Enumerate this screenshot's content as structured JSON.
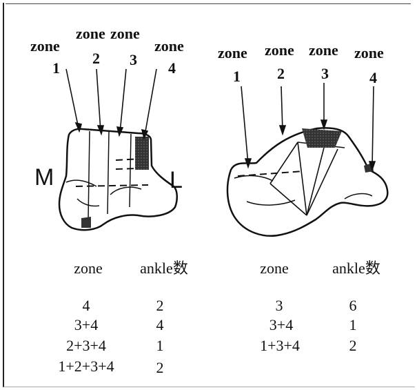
{
  "left_figure": {
    "zone_labels": [
      {
        "word": "zone",
        "num": "1"
      },
      {
        "word": "zone",
        "num": "2"
      },
      {
        "word": "zone",
        "num": "3"
      },
      {
        "word": "zone",
        "num": "4"
      }
    ],
    "medial_label": "M",
    "lateral_label": "L"
  },
  "right_figure": {
    "zone_labels": [
      {
        "word": "zone",
        "num": "1"
      },
      {
        "word": "zone",
        "num": "2"
      },
      {
        "word": "zone",
        "num": "3"
      },
      {
        "word": "zone",
        "num": "4"
      }
    ]
  },
  "left_table": {
    "headers": [
      "zone",
      "ankle数"
    ],
    "rows": [
      [
        "4",
        "2"
      ],
      [
        "3+4",
        "4"
      ],
      [
        "2+3+4",
        "1"
      ],
      [
        "1+2+3+4",
        "2"
      ]
    ]
  },
  "right_table": {
    "headers": [
      "zone",
      "ankle数"
    ],
    "rows": [
      [
        "3",
        "6"
      ],
      [
        "3+4",
        "1"
      ],
      [
        "1+3+4",
        "2"
      ]
    ]
  },
  "colors": {
    "ink": "#111111",
    "shade": "#333333",
    "background": "#ffffff"
  }
}
